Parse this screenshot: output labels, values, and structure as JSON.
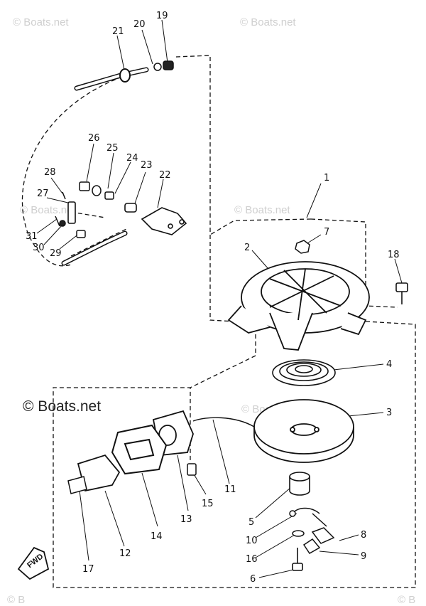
{
  "diagram": {
    "watermark_text": "© Boats.net",
    "watermark_partial": "© B",
    "direction_marker": "FWD",
    "callouts": [
      "1",
      "2",
      "3",
      "4",
      "5",
      "6",
      "7",
      "8",
      "9",
      "10",
      "11",
      "12",
      "13",
      "14",
      "15",
      "16",
      "17",
      "18",
      "19",
      "20",
      "21",
      "22",
      "23",
      "24",
      "25",
      "26",
      "27",
      "28",
      "29",
      "30",
      "31"
    ]
  }
}
